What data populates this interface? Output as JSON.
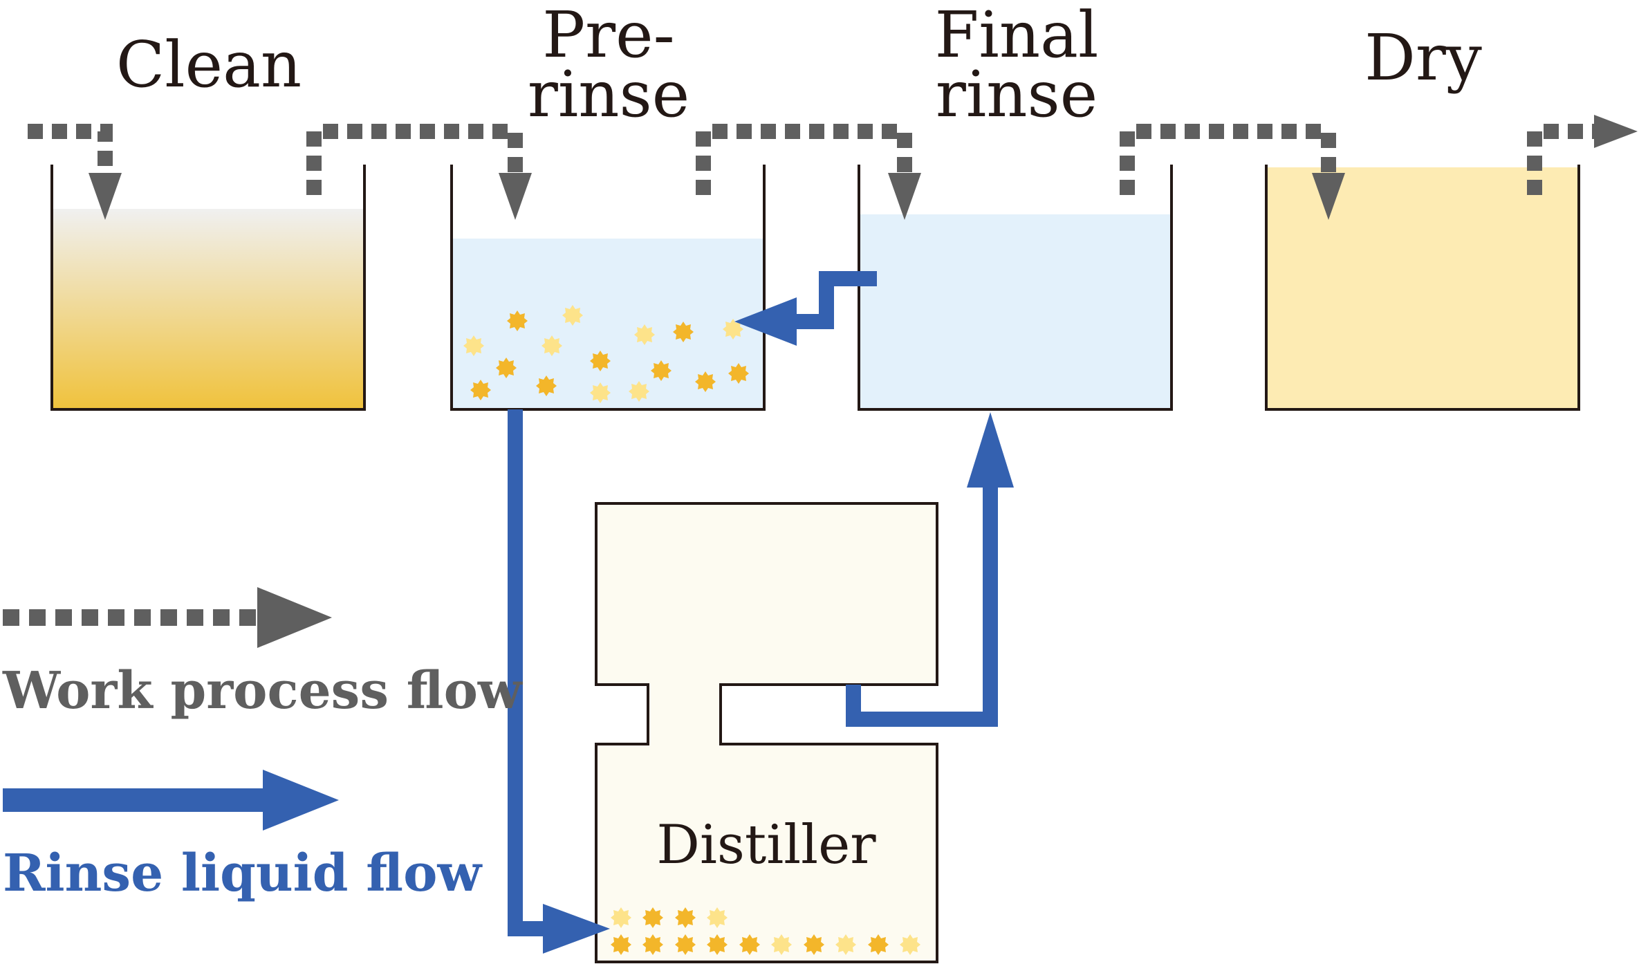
{
  "stages": [
    {
      "label_lines": [
        "Clean"
      ]
    },
    {
      "label_lines": [
        "Pre-",
        "rinse"
      ]
    },
    {
      "label_lines": [
        "Final",
        "rinse"
      ]
    },
    {
      "label_lines": [
        "Dry"
      ]
    }
  ],
  "distiller": {
    "label": "Distiller"
  },
  "legend": {
    "work_flow": {
      "label": "Work process flow",
      "color": "#5f5f5f"
    },
    "rinse_flow": {
      "label": "Rinse liquid flow",
      "color": "#3461b0"
    }
  },
  "colors": {
    "tank_outline": "#231815",
    "clean_liquid_top": "#f0f0f0",
    "clean_liquid_bottom": "#f0c23c",
    "rinse_liquid": "#e3f1fb",
    "dry_fill": "#fdebb3",
    "distiller_fill": "#fdfbf1",
    "vapor": "#b9b9b9",
    "particle_dark": "#f3b62a",
    "particle_light": "#fde38a"
  }
}
